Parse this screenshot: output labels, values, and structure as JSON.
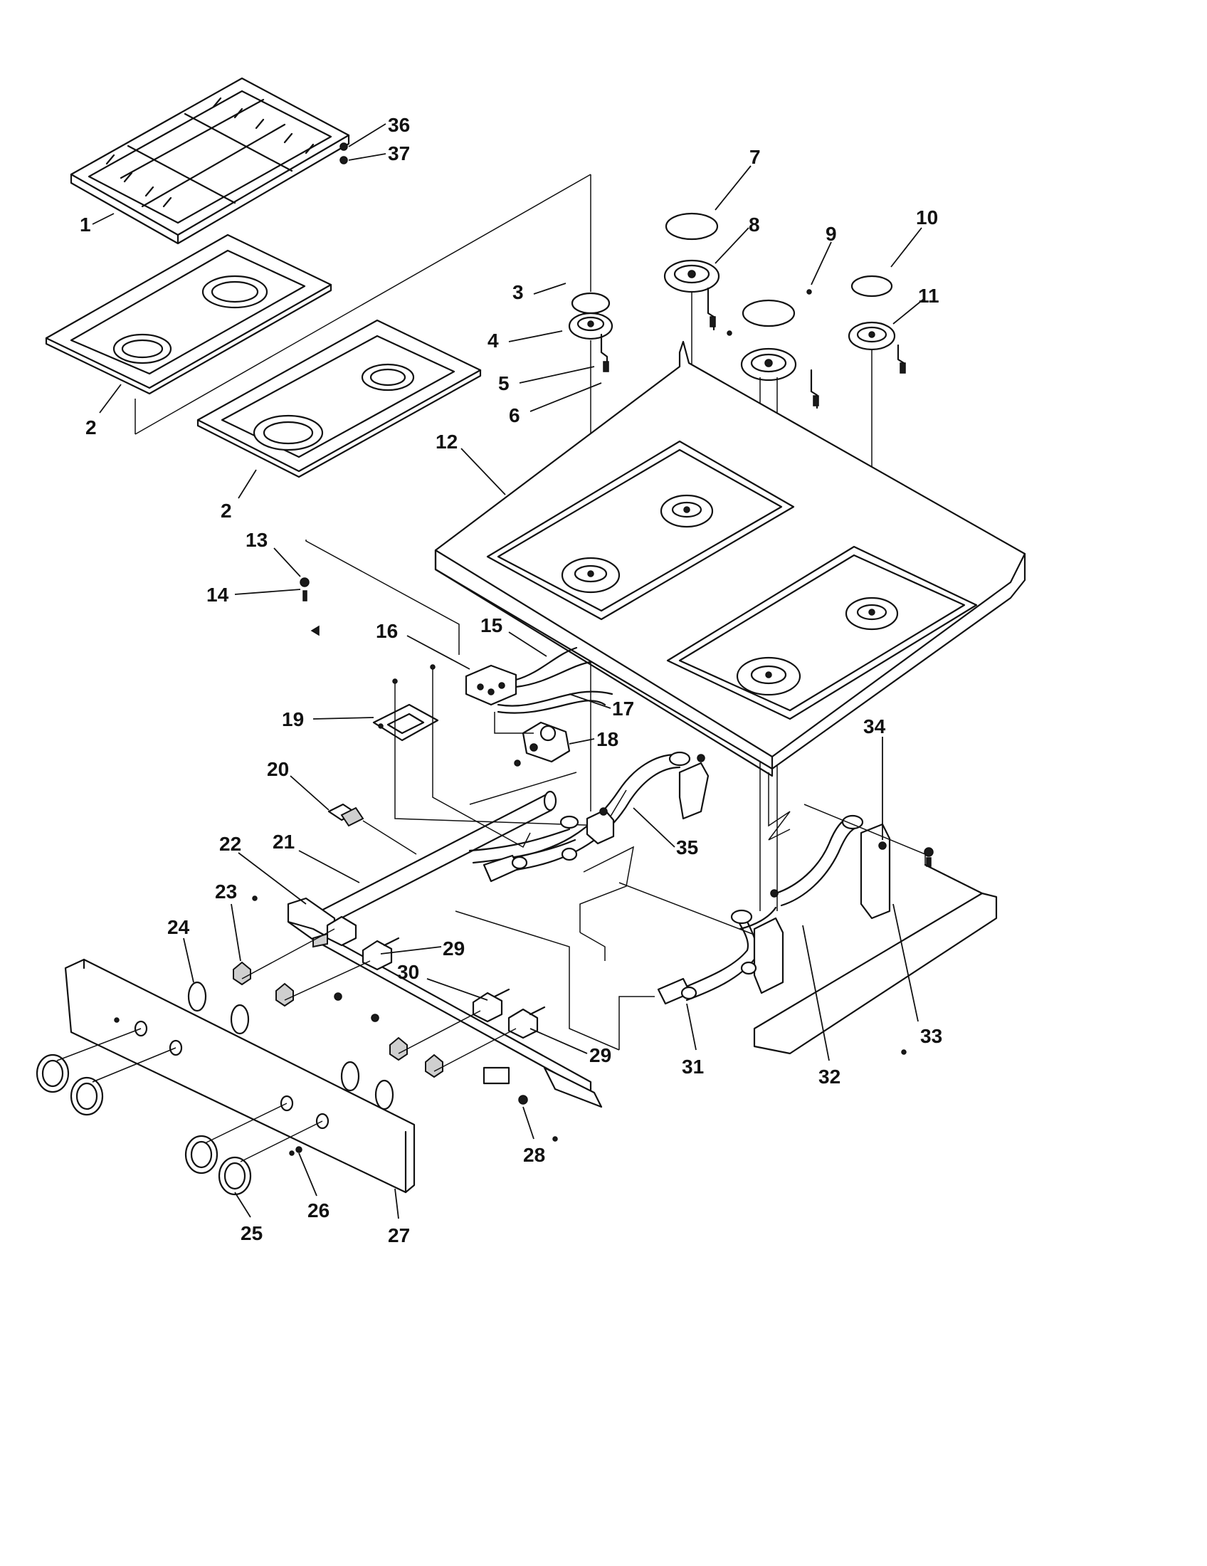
{
  "diagram": {
    "callouts": [
      {
        "id": "c1",
        "label": "1"
      },
      {
        "id": "c2a",
        "label": "2"
      },
      {
        "id": "c2b",
        "label": "2"
      },
      {
        "id": "c3",
        "label": "3"
      },
      {
        "id": "c4",
        "label": "4"
      },
      {
        "id": "c5",
        "label": "5"
      },
      {
        "id": "c6",
        "label": "6"
      },
      {
        "id": "c7",
        "label": "7"
      },
      {
        "id": "c8",
        "label": "8"
      },
      {
        "id": "c9",
        "label": "9"
      },
      {
        "id": "c10",
        "label": "10"
      },
      {
        "id": "c11",
        "label": "11"
      },
      {
        "id": "c12",
        "label": "12"
      },
      {
        "id": "c13",
        "label": "13"
      },
      {
        "id": "c14",
        "label": "14"
      },
      {
        "id": "c15",
        "label": "15"
      },
      {
        "id": "c16",
        "label": "16"
      },
      {
        "id": "c17",
        "label": "17"
      },
      {
        "id": "c18",
        "label": "18"
      },
      {
        "id": "c19",
        "label": "19"
      },
      {
        "id": "c20",
        "label": "20"
      },
      {
        "id": "c21",
        "label": "21"
      },
      {
        "id": "c22",
        "label": "22"
      },
      {
        "id": "c23",
        "label": "23"
      },
      {
        "id": "c24",
        "label": "24"
      },
      {
        "id": "c25",
        "label": "25"
      },
      {
        "id": "c26",
        "label": "26"
      },
      {
        "id": "c27",
        "label": "27"
      },
      {
        "id": "c28",
        "label": "28"
      },
      {
        "id": "c29a",
        "label": "29"
      },
      {
        "id": "c29b",
        "label": "29"
      },
      {
        "id": "c30",
        "label": "30"
      },
      {
        "id": "c31",
        "label": "31"
      },
      {
        "id": "c32",
        "label": "32"
      },
      {
        "id": "c33",
        "label": "33"
      },
      {
        "id": "c34",
        "label": "34"
      },
      {
        "id": "c35",
        "label": "35"
      },
      {
        "id": "c36",
        "label": "36"
      },
      {
        "id": "c37",
        "label": "37"
      }
    ]
  }
}
